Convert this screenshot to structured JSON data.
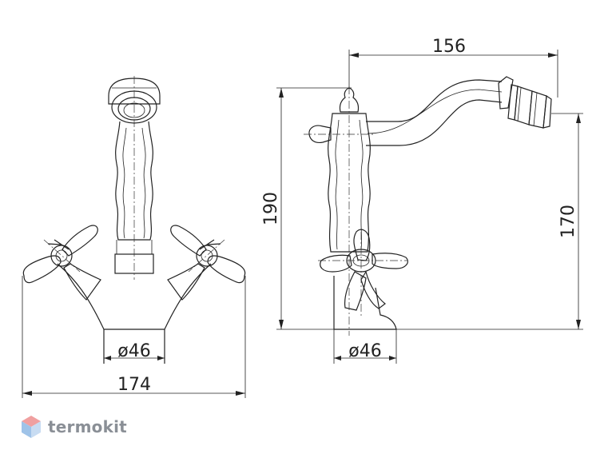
{
  "dimensions": {
    "front_base_diameter": "ø46",
    "front_overall_width": "174",
    "side_spout_reach": "156",
    "side_overall_height": "190",
    "side_spout_height": "170",
    "side_base_diameter": "ø46"
  },
  "brand": {
    "name": "termokit",
    "logo_colors": [
      "#f0a0a0",
      "#9fc3e8"
    ]
  }
}
